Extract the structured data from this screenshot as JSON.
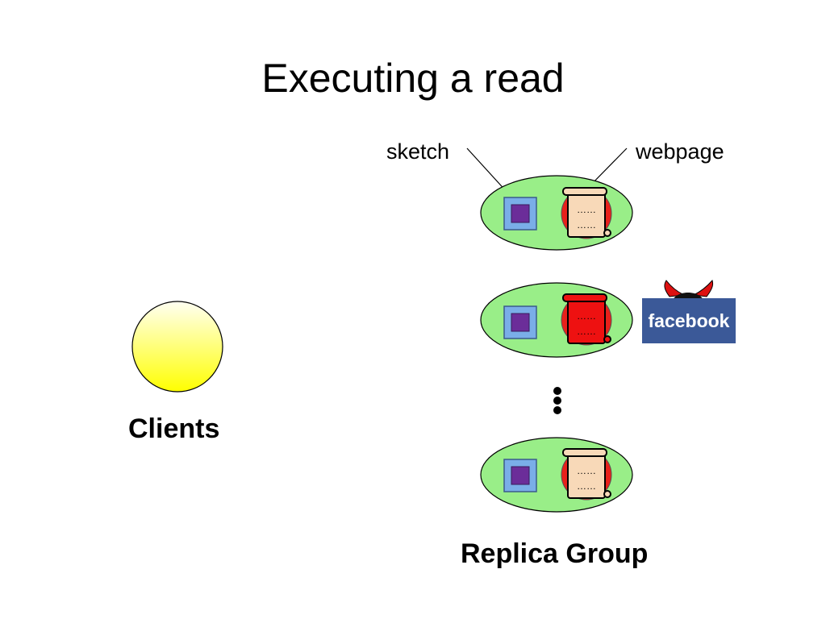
{
  "slide": {
    "title": "Executing a read"
  },
  "labels": {
    "sketch": "sketch",
    "webpage": "webpage",
    "clients": "Clients",
    "replica_group": "Replica Group"
  },
  "badge": {
    "text": "facebook",
    "color": "#3b5998"
  },
  "colors": {
    "client_fill": "#ffff66",
    "replica_fill": "#99ee88",
    "sketch_fill": "#7aaee8",
    "sketch_core": "#6b2d99",
    "scroll_good": "#f8d9b8",
    "scroll_bad": "#ee1111",
    "replica_disk": "#e8211b",
    "devil_horns": "#dd1111"
  },
  "replicas": [
    {
      "webpage_state": "correct"
    },
    {
      "webpage_state": "tampered"
    },
    {
      "webpage_state": "correct"
    }
  ],
  "ellipsis_icon": "vertical-ellipsis-icon"
}
